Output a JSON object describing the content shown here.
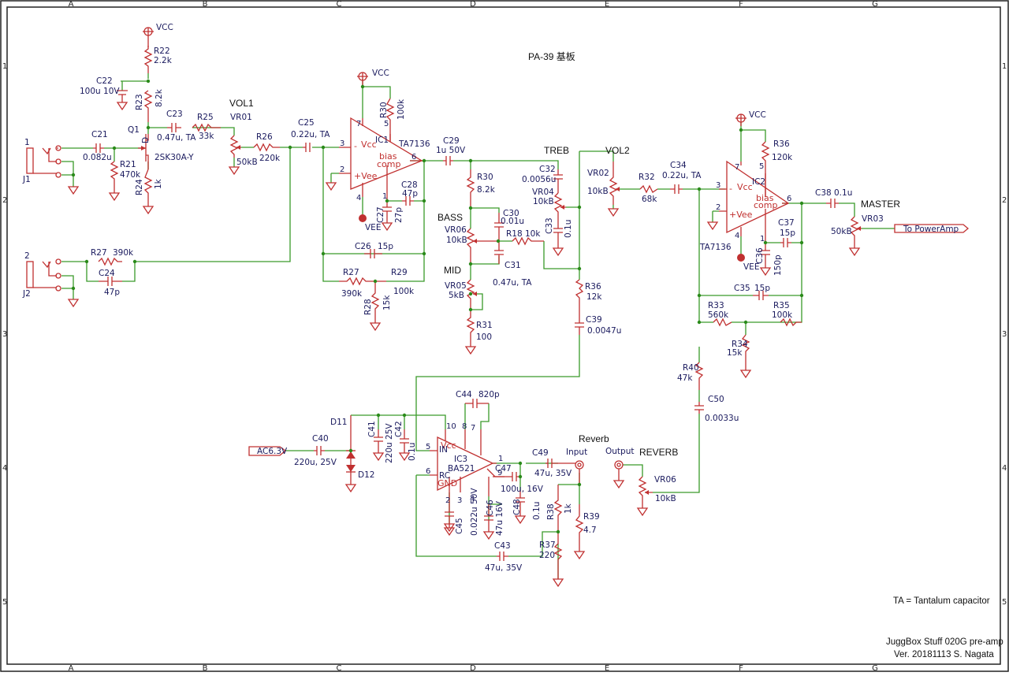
{
  "sheet": {
    "title": "PA-39 基板",
    "note": "TA = Tantalum capacitor",
    "title_block": [
      "JuggBox Stuff 020G pre-amp",
      "Ver. 20181113 S. Nagata"
    ],
    "columns": [
      "A",
      "B",
      "C",
      "D",
      "E",
      "F",
      "G"
    ],
    "rows": [
      "1",
      "2",
      "3",
      "4",
      "5"
    ]
  },
  "labels": {
    "vcc": "VCC",
    "vee": "VEE",
    "vol1": "VOL1",
    "vol2": "VOL2",
    "treb": "TREB",
    "bass": "BASS",
    "mid": "MID",
    "master": "MASTER",
    "reverb_title": "Reverb",
    "reverb_in": "Input",
    "reverb_out": "Output",
    "reverb": "REVERB",
    "to_poweramp": "To PowerAmp",
    "ac_in": "AC6.3V"
  },
  "connectors": [
    {
      "ref": "J1",
      "pin": "1"
    },
    {
      "ref": "J2",
      "pin": "2"
    }
  ],
  "ics": [
    {
      "ref": "IC1",
      "part": "TA7136",
      "pins": [
        "3",
        "2",
        "7",
        "4",
        "5",
        "1",
        "6"
      ],
      "text": [
        "-",
        "+Vee",
        "Vcc",
        "bias",
        "comp"
      ]
    },
    {
      "ref": "IC2",
      "part": "TA7136",
      "pins": [
        "3",
        "2",
        "7",
        "4",
        "5",
        "1",
        "6"
      ],
      "text": [
        "-",
        "+Vee",
        "Vcc",
        "bias",
        "comp"
      ]
    },
    {
      "ref": "IC3",
      "part": "BA521",
      "pins": [
        "10",
        "8",
        "7",
        "5",
        "6",
        "2",
        "3",
        "4",
        "1",
        "9"
      ],
      "text": [
        "Vcc",
        "IN",
        "RC",
        "GND"
      ]
    }
  ],
  "transistor": {
    "ref": "Q1",
    "part": "2SK30A-Y",
    "pin": "D"
  },
  "resistors": [
    {
      "ref": "R22",
      "value": "2.2k"
    },
    {
      "ref": "R23",
      "value": "8.2k"
    },
    {
      "ref": "R21",
      "value": "470k"
    },
    {
      "ref": "R24",
      "value": "1k"
    },
    {
      "ref": "R25",
      "value": "33k"
    },
    {
      "ref": "R26",
      "value": "220k"
    },
    {
      "ref": "R27",
      "value": "390k"
    },
    {
      "ref": "R30",
      "value": "100k"
    },
    {
      "ref": "R27b",
      "label": "R27",
      "value": "390k"
    },
    {
      "ref": "R29",
      "value": "100k"
    },
    {
      "ref": "R28",
      "value": "15k"
    },
    {
      "ref": "R30b",
      "label": "R30",
      "value": "8.2k"
    },
    {
      "ref": "R18",
      "value": "10k"
    },
    {
      "ref": "R31",
      "value": "100"
    },
    {
      "ref": "R36",
      "value": "12k"
    },
    {
      "ref": "R32",
      "value": "68k"
    },
    {
      "ref": "R36b",
      "label": "R36",
      "value": "120k"
    },
    {
      "ref": "R33",
      "value": "560k"
    },
    {
      "ref": "R35",
      "value": "100k"
    },
    {
      "ref": "R34",
      "value": "15k"
    },
    {
      "ref": "R40",
      "value": "47k"
    },
    {
      "ref": "R38",
      "value": "1k"
    },
    {
      "ref": "R39",
      "value": "4.7"
    },
    {
      "ref": "R37",
      "value": "220"
    }
  ],
  "capacitors": [
    {
      "ref": "C22",
      "value": "100u 10V"
    },
    {
      "ref": "C21",
      "value": "0.082u"
    },
    {
      "ref": "C23",
      "value": "0.47u, TA"
    },
    {
      "ref": "C25",
      "value": "0.22u, TA"
    },
    {
      "ref": "C24",
      "value": "47p"
    },
    {
      "ref": "C28",
      "value": "47p"
    },
    {
      "ref": "C27",
      "value": "27p"
    },
    {
      "ref": "C26",
      "value": "15p"
    },
    {
      "ref": "C29",
      "value": "1u 50V"
    },
    {
      "ref": "C32",
      "value": "0.0056u"
    },
    {
      "ref": "C33",
      "value": "0.1u"
    },
    {
      "ref": "C30",
      "value": "0.01u"
    },
    {
      "ref": "C31",
      "value": "0.47u, TA"
    },
    {
      "ref": "C39",
      "value": "0.0047u"
    },
    {
      "ref": "C34",
      "value": "0.22u, TA"
    },
    {
      "ref": "C37",
      "value": "15p"
    },
    {
      "ref": "C36",
      "value": "150p"
    },
    {
      "ref": "C35",
      "value": "15p"
    },
    {
      "ref": "C38",
      "value": "0.1u"
    },
    {
      "ref": "C50",
      "value": "0.0033u"
    },
    {
      "ref": "C40",
      "value": "220u, 25V"
    },
    {
      "ref": "C41",
      "value": "220u 25V"
    },
    {
      "ref": "C42",
      "value": "0.1u"
    },
    {
      "ref": "C44",
      "value": "820p"
    },
    {
      "ref": "C45",
      "value": "0.022u 50V"
    },
    {
      "ref": "C46",
      "value": "47u 16V"
    },
    {
      "ref": "C47",
      "value": "100u, 16V"
    },
    {
      "ref": "C48",
      "value": "0.1u"
    },
    {
      "ref": "C49",
      "value": "47u, 35V"
    },
    {
      "ref": "C43",
      "value": "47u, 35V"
    }
  ],
  "pots": [
    {
      "ref": "VR01",
      "value": "50kB"
    },
    {
      "ref": "VR04",
      "value": "10kB"
    },
    {
      "ref": "VR06",
      "value": "10kB"
    },
    {
      "ref": "VR05",
      "value": "5kB"
    },
    {
      "ref": "VR02",
      "value": "10kB"
    },
    {
      "ref": "VR03",
      "value": "50kB"
    },
    {
      "ref": "VR06b",
      "label": "VR06",
      "value": "10kB"
    }
  ],
  "diodes": [
    {
      "ref": "D11"
    },
    {
      "ref": "D12"
    }
  ]
}
